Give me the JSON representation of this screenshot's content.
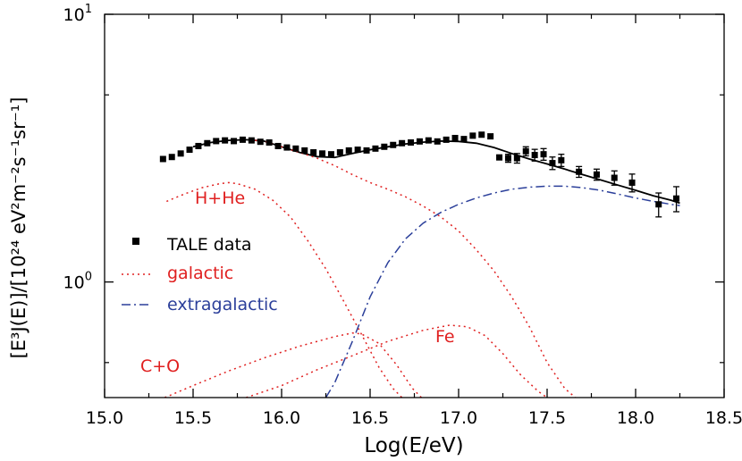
{
  "chart_data": {
    "type": "line",
    "title": "",
    "xlabel": "Log(E/eV)",
    "ylabel": "[E³J(E)]/[10²⁴ eV²m⁻²s⁻¹sr⁻¹]",
    "xlim": [
      15.0,
      18.5
    ],
    "ylog": true,
    "ylim": [
      0.37,
      10
    ],
    "x_ticks": [
      "15.0",
      "15.5",
      "16.0",
      "16.5",
      "17.0",
      "17.5",
      "18.0",
      "18.5"
    ],
    "y_ticks": [
      {
        "label_base": "10",
        "label_exp": "0",
        "value": 1
      },
      {
        "label_base": "10",
        "label_exp": "1",
        "value": 10
      }
    ],
    "grid": false,
    "legend": [
      {
        "label": "TALE data",
        "style": "square-marker",
        "color": "#000000"
      },
      {
        "label": "galactic",
        "style": "dotted",
        "color": "#e02020"
      },
      {
        "label": "extragalactic",
        "style": "dash-dot",
        "color": "#2b3f9a"
      }
    ],
    "annotations": [
      {
        "text": "H+He",
        "x": 15.73,
        "y": 2.0,
        "color": "#e02020"
      },
      {
        "text": "C+O",
        "x": 15.33,
        "y": 0.48,
        "color": "#e02020"
      },
      {
        "text": "Fe",
        "x": 16.97,
        "y": 0.58,
        "color": "#e02020"
      }
    ],
    "series": [
      {
        "kind": "data",
        "color": "#000000",
        "points": [
          [
            15.33,
            2.88,
            0.05
          ],
          [
            15.38,
            2.93,
            0.05
          ],
          [
            15.43,
            3.02,
            0.05
          ],
          [
            15.48,
            3.12,
            0.05
          ],
          [
            15.53,
            3.22,
            0.05
          ],
          [
            15.58,
            3.3,
            0.05
          ],
          [
            15.63,
            3.36,
            0.05
          ],
          [
            15.68,
            3.38,
            0.05
          ],
          [
            15.73,
            3.36,
            0.05
          ],
          [
            15.78,
            3.4,
            0.05
          ],
          [
            15.83,
            3.38,
            0.05
          ],
          [
            15.88,
            3.34,
            0.05
          ],
          [
            15.93,
            3.32,
            0.05
          ],
          [
            15.98,
            3.22,
            0.05
          ],
          [
            16.03,
            3.18,
            0.05
          ],
          [
            16.08,
            3.15,
            0.05
          ],
          [
            16.13,
            3.1,
            0.05
          ],
          [
            16.18,
            3.05,
            0.05
          ],
          [
            16.23,
            3.02,
            0.05
          ],
          [
            16.28,
            3.0,
            0.05
          ],
          [
            16.33,
            3.05,
            0.05
          ],
          [
            16.38,
            3.1,
            0.05
          ],
          [
            16.43,
            3.12,
            0.05
          ],
          [
            16.48,
            3.1,
            0.05
          ],
          [
            16.53,
            3.15,
            0.05
          ],
          [
            16.58,
            3.2,
            0.05
          ],
          [
            16.63,
            3.25,
            0.05
          ],
          [
            16.68,
            3.3,
            0.05
          ],
          [
            16.73,
            3.32,
            0.05
          ],
          [
            16.78,
            3.35,
            0.05
          ],
          [
            16.83,
            3.38,
            0.05
          ],
          [
            16.88,
            3.35,
            0.05
          ],
          [
            16.93,
            3.4,
            0.05
          ],
          [
            16.98,
            3.45,
            0.05
          ],
          [
            17.03,
            3.42,
            0.05
          ],
          [
            17.08,
            3.52,
            0.06
          ],
          [
            17.13,
            3.55,
            0.06
          ],
          [
            17.18,
            3.5,
            0.06
          ],
          [
            17.23,
            2.92,
            0.08
          ],
          [
            17.28,
            2.9,
            0.1
          ],
          [
            17.33,
            2.9,
            0.12
          ],
          [
            17.38,
            3.08,
            0.12
          ],
          [
            17.43,
            2.98,
            0.15
          ],
          [
            17.48,
            3.0,
            0.15
          ],
          [
            17.53,
            2.78,
            0.15
          ],
          [
            17.58,
            2.85,
            0.15
          ],
          [
            17.68,
            2.58,
            0.12
          ],
          [
            17.78,
            2.52,
            0.12
          ],
          [
            17.88,
            2.45,
            0.15
          ],
          [
            17.98,
            2.35,
            0.18
          ],
          [
            18.13,
            1.95,
            0.2
          ],
          [
            18.23,
            2.05,
            0.22
          ]
        ]
      },
      {
        "kind": "total",
        "color": "#000000",
        "points": [
          [
            15.5,
            3.2
          ],
          [
            15.6,
            3.32
          ],
          [
            15.7,
            3.38
          ],
          [
            15.8,
            3.4
          ],
          [
            15.9,
            3.36
          ],
          [
            16.0,
            3.2
          ],
          [
            16.1,
            3.05
          ],
          [
            16.2,
            2.94
          ],
          [
            16.3,
            2.92
          ],
          [
            16.4,
            3.02
          ],
          [
            16.5,
            3.12
          ],
          [
            16.6,
            3.2
          ],
          [
            16.7,
            3.28
          ],
          [
            16.8,
            3.33
          ],
          [
            16.9,
            3.36
          ],
          [
            17.0,
            3.35
          ],
          [
            17.1,
            3.3
          ],
          [
            17.2,
            3.18
          ],
          [
            17.3,
            3.02
          ],
          [
            17.4,
            2.88
          ],
          [
            17.5,
            2.76
          ],
          [
            17.6,
            2.64
          ],
          [
            17.7,
            2.52
          ],
          [
            17.8,
            2.41
          ],
          [
            17.9,
            2.3
          ],
          [
            18.0,
            2.2
          ],
          [
            18.1,
            2.1
          ],
          [
            18.2,
            2.02
          ],
          [
            18.25,
            1.97
          ]
        ]
      },
      {
        "kind": "galactic",
        "name": "galactic",
        "color": "#e02020",
        "points": [
          [
            15.85,
            3.38
          ],
          [
            15.9,
            3.36
          ],
          [
            16.0,
            3.2
          ],
          [
            16.1,
            3.05
          ],
          [
            16.2,
            2.9
          ],
          [
            16.3,
            2.72
          ],
          [
            16.4,
            2.52
          ],
          [
            16.5,
            2.35
          ],
          [
            16.6,
            2.22
          ],
          [
            16.7,
            2.08
          ],
          [
            16.8,
            1.92
          ],
          [
            16.9,
            1.75
          ],
          [
            17.0,
            1.55
          ],
          [
            17.1,
            1.32
          ],
          [
            17.2,
            1.1
          ],
          [
            17.3,
            0.88
          ],
          [
            17.4,
            0.68
          ],
          [
            17.5,
            0.5
          ],
          [
            17.6,
            0.4
          ],
          [
            17.66,
            0.37
          ]
        ]
      },
      {
        "kind": "component",
        "name": "H+He",
        "color": "#e02020",
        "points": [
          [
            15.35,
            2.0
          ],
          [
            15.45,
            2.13
          ],
          [
            15.55,
            2.25
          ],
          [
            15.65,
            2.33
          ],
          [
            15.7,
            2.35
          ],
          [
            15.75,
            2.33
          ],
          [
            15.85,
            2.22
          ],
          [
            15.95,
            2.02
          ],
          [
            16.05,
            1.75
          ],
          [
            16.15,
            1.42
          ],
          [
            16.25,
            1.12
          ],
          [
            16.35,
            0.85
          ],
          [
            16.45,
            0.64
          ],
          [
            16.55,
            0.48
          ],
          [
            16.63,
            0.4
          ],
          [
            16.68,
            0.37
          ]
        ]
      },
      {
        "kind": "component",
        "name": "C+O",
        "color": "#e02020",
        "points": [
          [
            15.34,
            0.37
          ],
          [
            15.5,
            0.41
          ],
          [
            15.7,
            0.465
          ],
          [
            15.9,
            0.52
          ],
          [
            16.1,
            0.575
          ],
          [
            16.3,
            0.625
          ],
          [
            16.4,
            0.645
          ],
          [
            16.45,
            0.64
          ],
          [
            16.55,
            0.59
          ],
          [
            16.65,
            0.49
          ],
          [
            16.74,
            0.4
          ],
          [
            16.79,
            0.37
          ]
        ]
      },
      {
        "kind": "component",
        "name": "Fe",
        "color": "#e02020",
        "points": [
          [
            15.8,
            0.37
          ],
          [
            16.0,
            0.41
          ],
          [
            16.2,
            0.47
          ],
          [
            16.4,
            0.53
          ],
          [
            16.6,
            0.6
          ],
          [
            16.8,
            0.66
          ],
          [
            16.95,
            0.69
          ],
          [
            17.05,
            0.68
          ],
          [
            17.15,
            0.63
          ],
          [
            17.25,
            0.54
          ],
          [
            17.35,
            0.45
          ],
          [
            17.45,
            0.39
          ],
          [
            17.5,
            0.37
          ]
        ]
      },
      {
        "kind": "extragalactic",
        "name": "extragalactic",
        "color": "#2b3f9a",
        "points": [
          [
            16.25,
            0.37
          ],
          [
            16.3,
            0.42
          ],
          [
            16.4,
            0.6
          ],
          [
            16.5,
            0.88
          ],
          [
            16.6,
            1.18
          ],
          [
            16.7,
            1.45
          ],
          [
            16.8,
            1.66
          ],
          [
            16.9,
            1.82
          ],
          [
            17.0,
            1.95
          ],
          [
            17.1,
            2.06
          ],
          [
            17.2,
            2.15
          ],
          [
            17.3,
            2.22
          ],
          [
            17.4,
            2.26
          ],
          [
            17.5,
            2.28
          ],
          [
            17.6,
            2.28
          ],
          [
            17.7,
            2.25
          ],
          [
            17.8,
            2.2
          ],
          [
            17.9,
            2.13
          ],
          [
            18.0,
            2.06
          ],
          [
            18.1,
            2.0
          ],
          [
            18.2,
            1.95
          ],
          [
            18.25,
            1.93
          ]
        ]
      }
    ]
  }
}
